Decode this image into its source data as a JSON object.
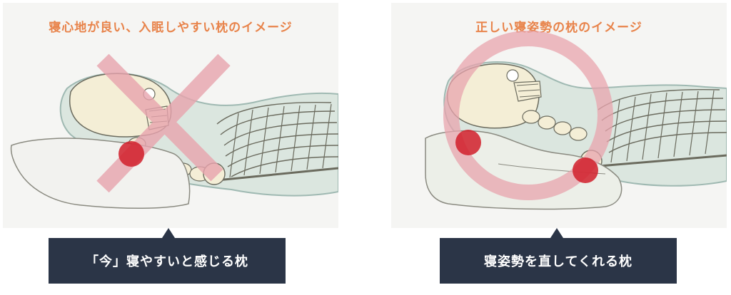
{
  "left_panel": {
    "title": "寝心地が良い、入眠しやすい枕のイメージ",
    "caption": "「今」寝やすいと感じる枕",
    "mark": "cross"
  },
  "right_panel": {
    "title": "正しい寝姿勢の枕のイメージ",
    "caption": "寝姿勢を直してくれる枕",
    "mark": "circle"
  },
  "colors": {
    "title_text": "#e8834a",
    "caption_bg": "#2b3547",
    "caption_text": "#ffffff",
    "mark": "#e8a4ae",
    "pressure_point": "#d11f2a",
    "body_outline": "#9fb9b2",
    "bone": "#f4eed6"
  }
}
